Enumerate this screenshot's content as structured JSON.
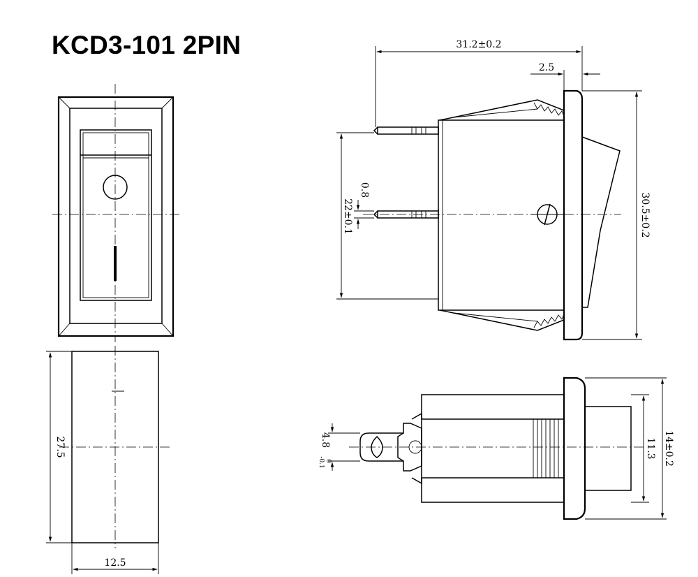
{
  "title": "KCD3-101 2PIN",
  "dimensions": {
    "overall_length": "31.2±0.2",
    "flange": "2.5",
    "pin_thickness": "0.8",
    "pin_spacing": "22±0.1",
    "height": "30.5±0.2",
    "front_height": "27.5",
    "front_width": "12.5",
    "terminal_width": "4.8",
    "terminal_tol_upper": "0",
    "terminal_tol_lower": "-0.1",
    "body_width": "11.3",
    "flange_width": "14±0.2"
  }
}
